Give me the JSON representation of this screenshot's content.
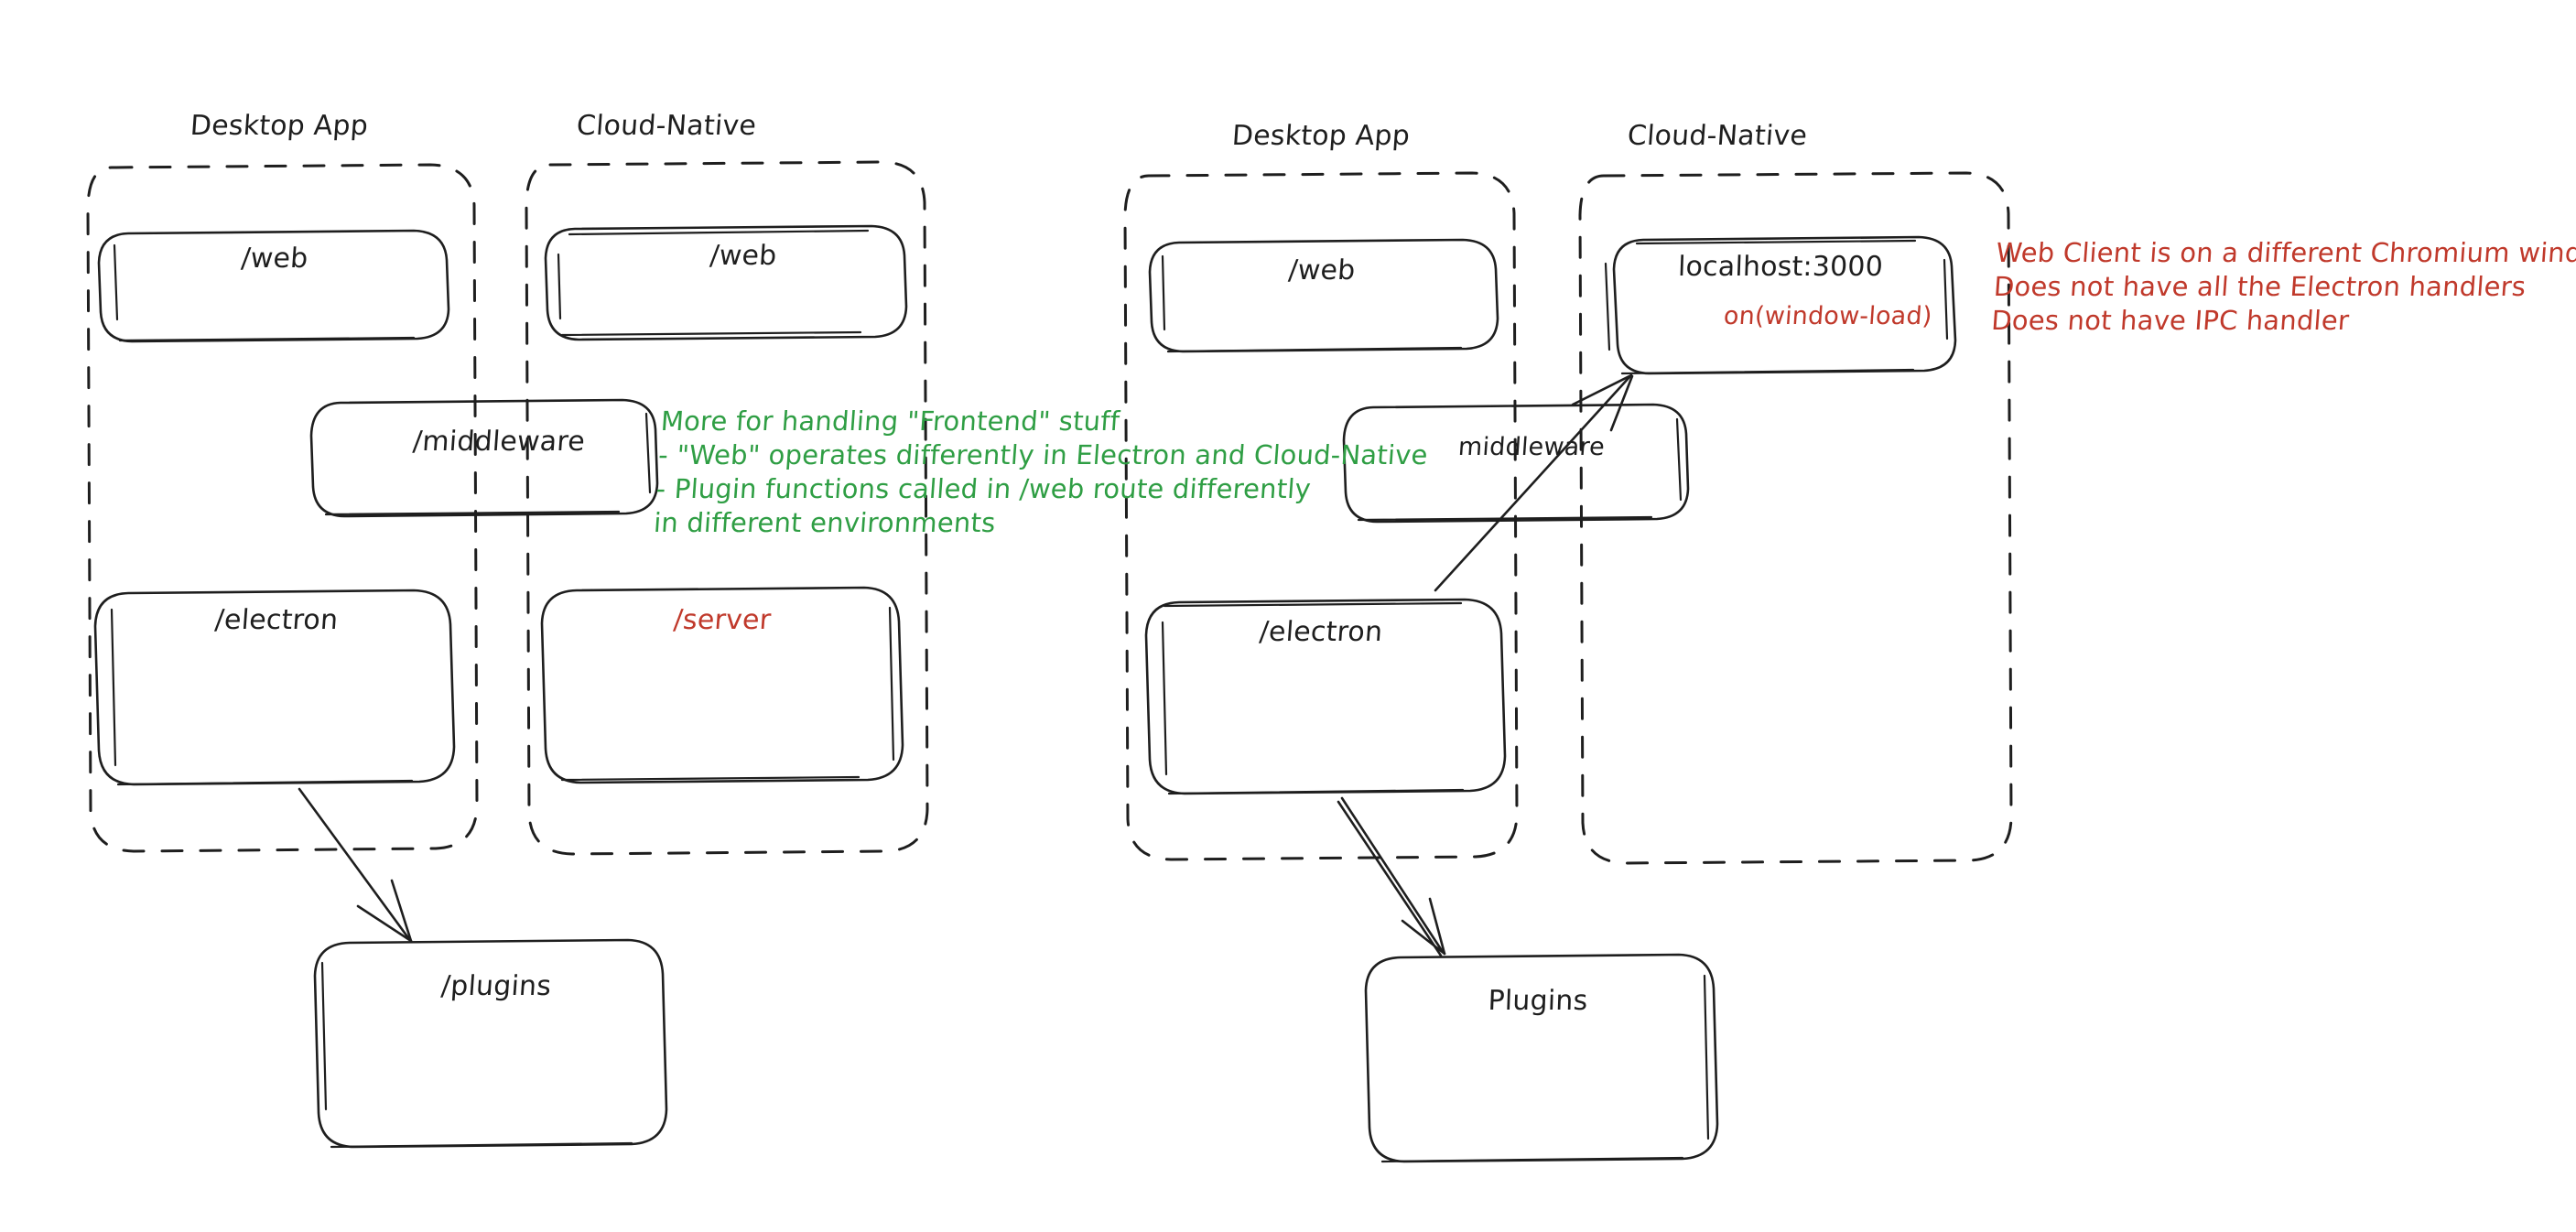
{
  "meta": {
    "title": "Desktop App vs Cloud-Native architecture sketch",
    "style": "hand-drawn",
    "colors": {
      "stroke": "#1e1e1e",
      "green": "#2f9e44",
      "red": "#c0392b",
      "background": "#ffffff"
    }
  },
  "diagrams": [
    {
      "id": "left-diagram",
      "groups": [
        {
          "id": "left-desktop-app",
          "title": "Desktop App",
          "boxes": [
            {
              "id": "left-desktop-web",
              "label": "/web",
              "color": "#1e1e1e"
            },
            {
              "id": "left-desktop-electron",
              "label": "/electron",
              "color": "#1e1e1e"
            }
          ]
        },
        {
          "id": "left-cloud-native",
          "title": "Cloud-Native",
          "boxes": [
            {
              "id": "left-cloud-web",
              "label": "/web",
              "color": "#1e1e1e"
            },
            {
              "id": "left-cloud-server",
              "label": "/server",
              "color": "#c0392b"
            }
          ]
        }
      ],
      "shared_boxes": [
        {
          "id": "left-middleware",
          "label": "/middleware",
          "color": "#1e1e1e"
        }
      ],
      "outside_boxes": [
        {
          "id": "left-plugins",
          "label": "/plugins",
          "color": "#1e1e1e"
        }
      ],
      "arrows": [
        {
          "id": "left-electron-to-plugins",
          "from": "left-desktop-electron",
          "to": "left-plugins"
        }
      ]
    },
    {
      "id": "right-diagram",
      "groups": [
        {
          "id": "right-desktop-app",
          "title": "Desktop App",
          "boxes": [
            {
              "id": "right-desktop-web",
              "label": "/web",
              "color": "#1e1e1e"
            },
            {
              "id": "right-desktop-electron",
              "label": "/electron",
              "color": "#1e1e1e"
            }
          ]
        },
        {
          "id": "right-cloud-native",
          "title": "Cloud-Native",
          "boxes": [
            {
              "id": "right-localhost",
              "label": "localhost:3000",
              "color": "#1e1e1e",
              "sublabel": "on(window-load)",
              "sublabel_color": "#c0392b"
            }
          ]
        }
      ],
      "shared_boxes": [
        {
          "id": "right-middleware",
          "label": "middleware",
          "color": "#1e1e1e"
        }
      ],
      "outside_boxes": [
        {
          "id": "right-plugins",
          "label": "Plugins",
          "color": "#1e1e1e"
        }
      ],
      "arrows": [
        {
          "id": "right-electron-to-plugins",
          "from": "right-desktop-electron",
          "to": "right-plugins"
        },
        {
          "id": "right-electron-to-localhost",
          "from": "right-desktop-electron",
          "to": "right-localhost"
        }
      ]
    }
  ],
  "annotations": {
    "green_note": {
      "id": "frontend-note",
      "color": "#2f9e44",
      "lines": [
        "More for handling \"Frontend\" stuff",
        "- \"Web\" operates differently in Electron and Cloud-Native",
        "- Plugin functions called in /web route differently",
        "in different environments"
      ],
      "text": "More for handling \"Frontend\" stuff\n- \"Web\" operates differently in Electron and Cloud-Native\n- Plugin functions called in /web route differently\nin different environments"
    },
    "red_note": {
      "id": "web-client-note",
      "color": "#c0392b",
      "lines": [
        "Web Client is on a different Chromium window",
        "Does not have all the Electron handlers",
        "Does not have IPC handler"
      ],
      "text": "Web Client is on a different Chromium window\nDoes not have all the Electron handlers\nDoes not have IPC handler"
    }
  }
}
